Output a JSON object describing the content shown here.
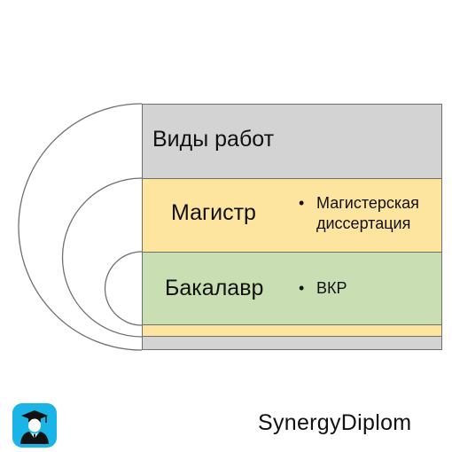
{
  "diagram": {
    "title": "Виды работ",
    "levels": [
      {
        "name": "Магистр",
        "item": "Магистерская диссертация",
        "color": "#fde5a0"
      },
      {
        "name": "Бакалавр",
        "item": "ВКР",
        "color": "#c9dfb3"
      }
    ],
    "outer_color": "#d3d3d3",
    "bullet": "•"
  },
  "brand": {
    "name": "SynergyDiplom",
    "logo_icon": "graduate-icon",
    "logo_color": "#1ab4e6"
  }
}
